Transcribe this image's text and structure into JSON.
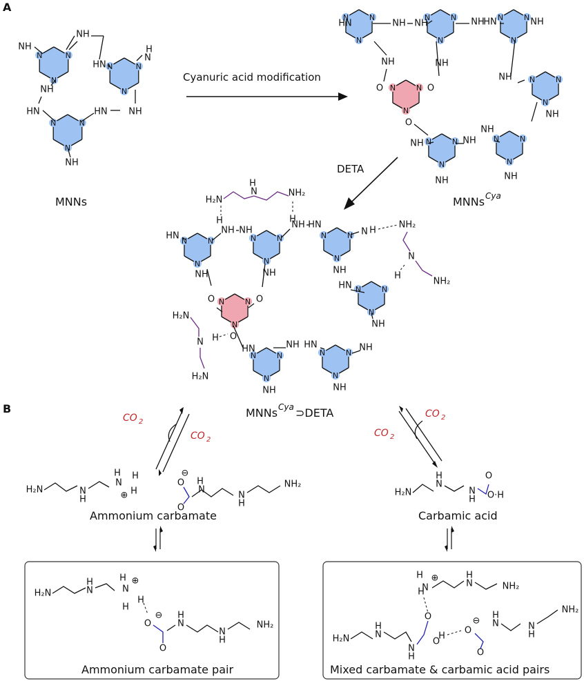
{
  "panels": {
    "a": "A",
    "b": "B"
  },
  "captions": {
    "mnns": "MNNs",
    "mnns_cya": "MNNs",
    "mnns_cya_sup": "Cya",
    "mnns_cya_deta": "MNNs",
    "mnns_cya_deta_sup": "Cya",
    "mnns_cya_deta_tail": "⊃DETA",
    "cyanuric": "Cyanuric acid modification",
    "deta": "DETA",
    "ammonium_carbamate": "Ammonium carbamate",
    "carbamic_acid": "Carbamic acid",
    "ammonium_pair": "Ammonium carbamate pair",
    "mixed_pair": "Mixed carbamate & carbamic acid pairs"
  },
  "chem": {
    "co2": "CO",
    "co2_sub": "2",
    "n": "N",
    "nh": "NH",
    "hn": "HN",
    "h": "H",
    "o": "O",
    "h2n": "H₂N",
    "nh2": "NH₂",
    "nh2_alt": "NH2",
    "oh": "O·H",
    "minus": "⊖",
    "plus": "⊕"
  },
  "colors": {
    "triazine_blue": "#9ec3f3",
    "triazine_red": "#f0a6b0",
    "red_text": "#c0272d",
    "purple_text": "#6a2a82",
    "blue_text": "#1f1fae"
  }
}
